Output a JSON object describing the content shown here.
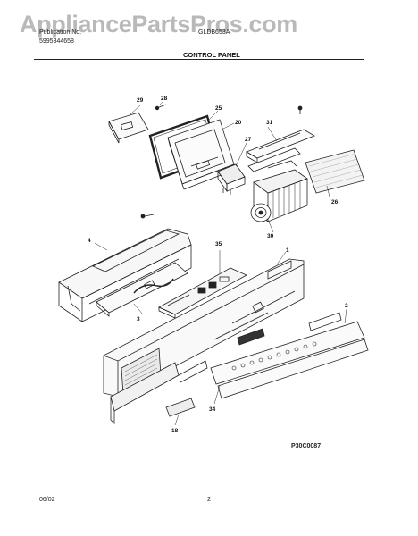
{
  "watermark": "AppliancePartsPros.com",
  "header": {
    "line1_left": "Publication No.",
    "line1_right": "GLDB653A",
    "line2_left": "5995344658",
    "section_title": "CONTROL PANEL"
  },
  "diagram": {
    "code": "P30C0087",
    "callouts": [
      "29",
      "28",
      "25",
      "20",
      "27",
      "31",
      "26",
      "30",
      "4",
      "35",
      "1",
      "2",
      "3",
      "34",
      "18"
    ]
  },
  "footer": {
    "date": "06/02",
    "page": "2"
  }
}
